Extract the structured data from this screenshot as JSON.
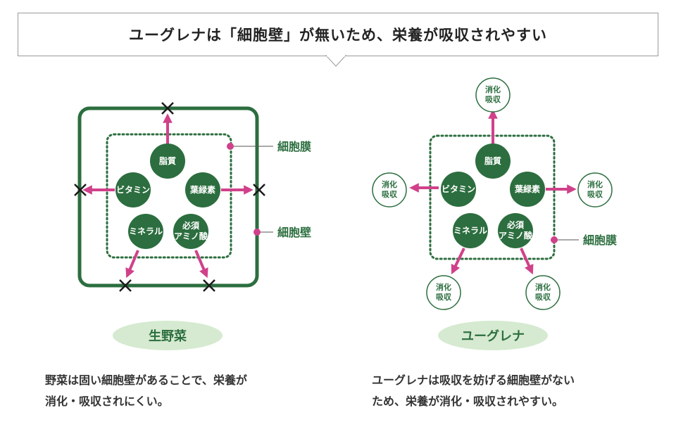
{
  "title": "ユーグレナは「細胞壁」が無いため、栄養が吸収されやすい",
  "colors": {
    "green": "#2c6e3f",
    "pink": "#d0418a",
    "pill": "#d5ead0",
    "cross": "#1a1a1a"
  },
  "left": {
    "nutrients": {
      "fat": "脂質",
      "vitamin": "ビタミン",
      "chlorophyll": "葉緑素",
      "mineral": "ミネラル",
      "amino_1": "必須",
      "amino_2": "アミノ酸"
    },
    "membrane_label": "細胞膜",
    "wall_label": "細胞壁",
    "name": "生野菜",
    "caption": [
      "野菜は固い細胞壁があることで、栄養が",
      "消化・吸収されにくい。"
    ]
  },
  "right": {
    "nutrients": {
      "fat": "脂質",
      "vitamin": "ビタミン",
      "chlorophyll": "葉緑素",
      "mineral": "ミネラル",
      "amino_1": "必須",
      "amino_2": "アミノ酸"
    },
    "absorb_1": "消化",
    "absorb_2": "吸収",
    "membrane_label": "細胞膜",
    "name": "ユーグレナ",
    "caption": [
      "ユーグレナは吸収を妨げる細胞壁がない",
      "ため、栄養が消化・吸収されやすい。"
    ]
  }
}
